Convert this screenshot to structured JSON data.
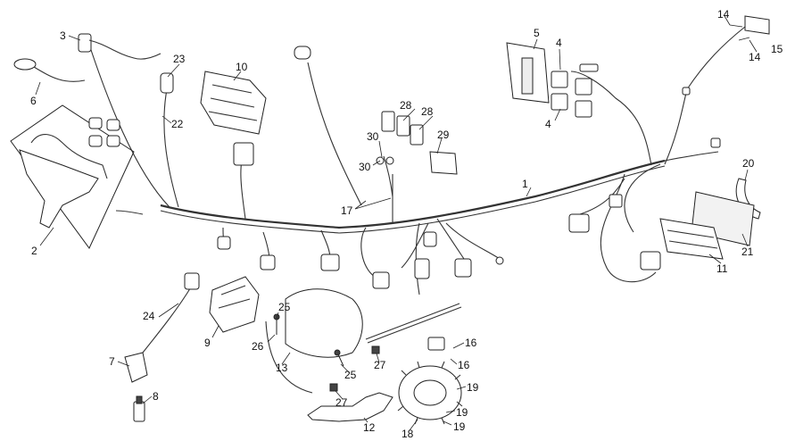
{
  "labels": [
    "1",
    "2",
    "3",
    "4",
    "4",
    "5",
    "6",
    "7",
    "8",
    "9",
    "10",
    "11",
    "12",
    "13",
    "14",
    "14",
    "15",
    "16",
    "16",
    "17",
    "18",
    "19",
    "19",
    "19",
    "20",
    "21",
    "22",
    "23",
    "24",
    "25",
    "25",
    "26",
    "27",
    "27",
    "28",
    "28",
    "29",
    "30",
    "30"
  ]
}
